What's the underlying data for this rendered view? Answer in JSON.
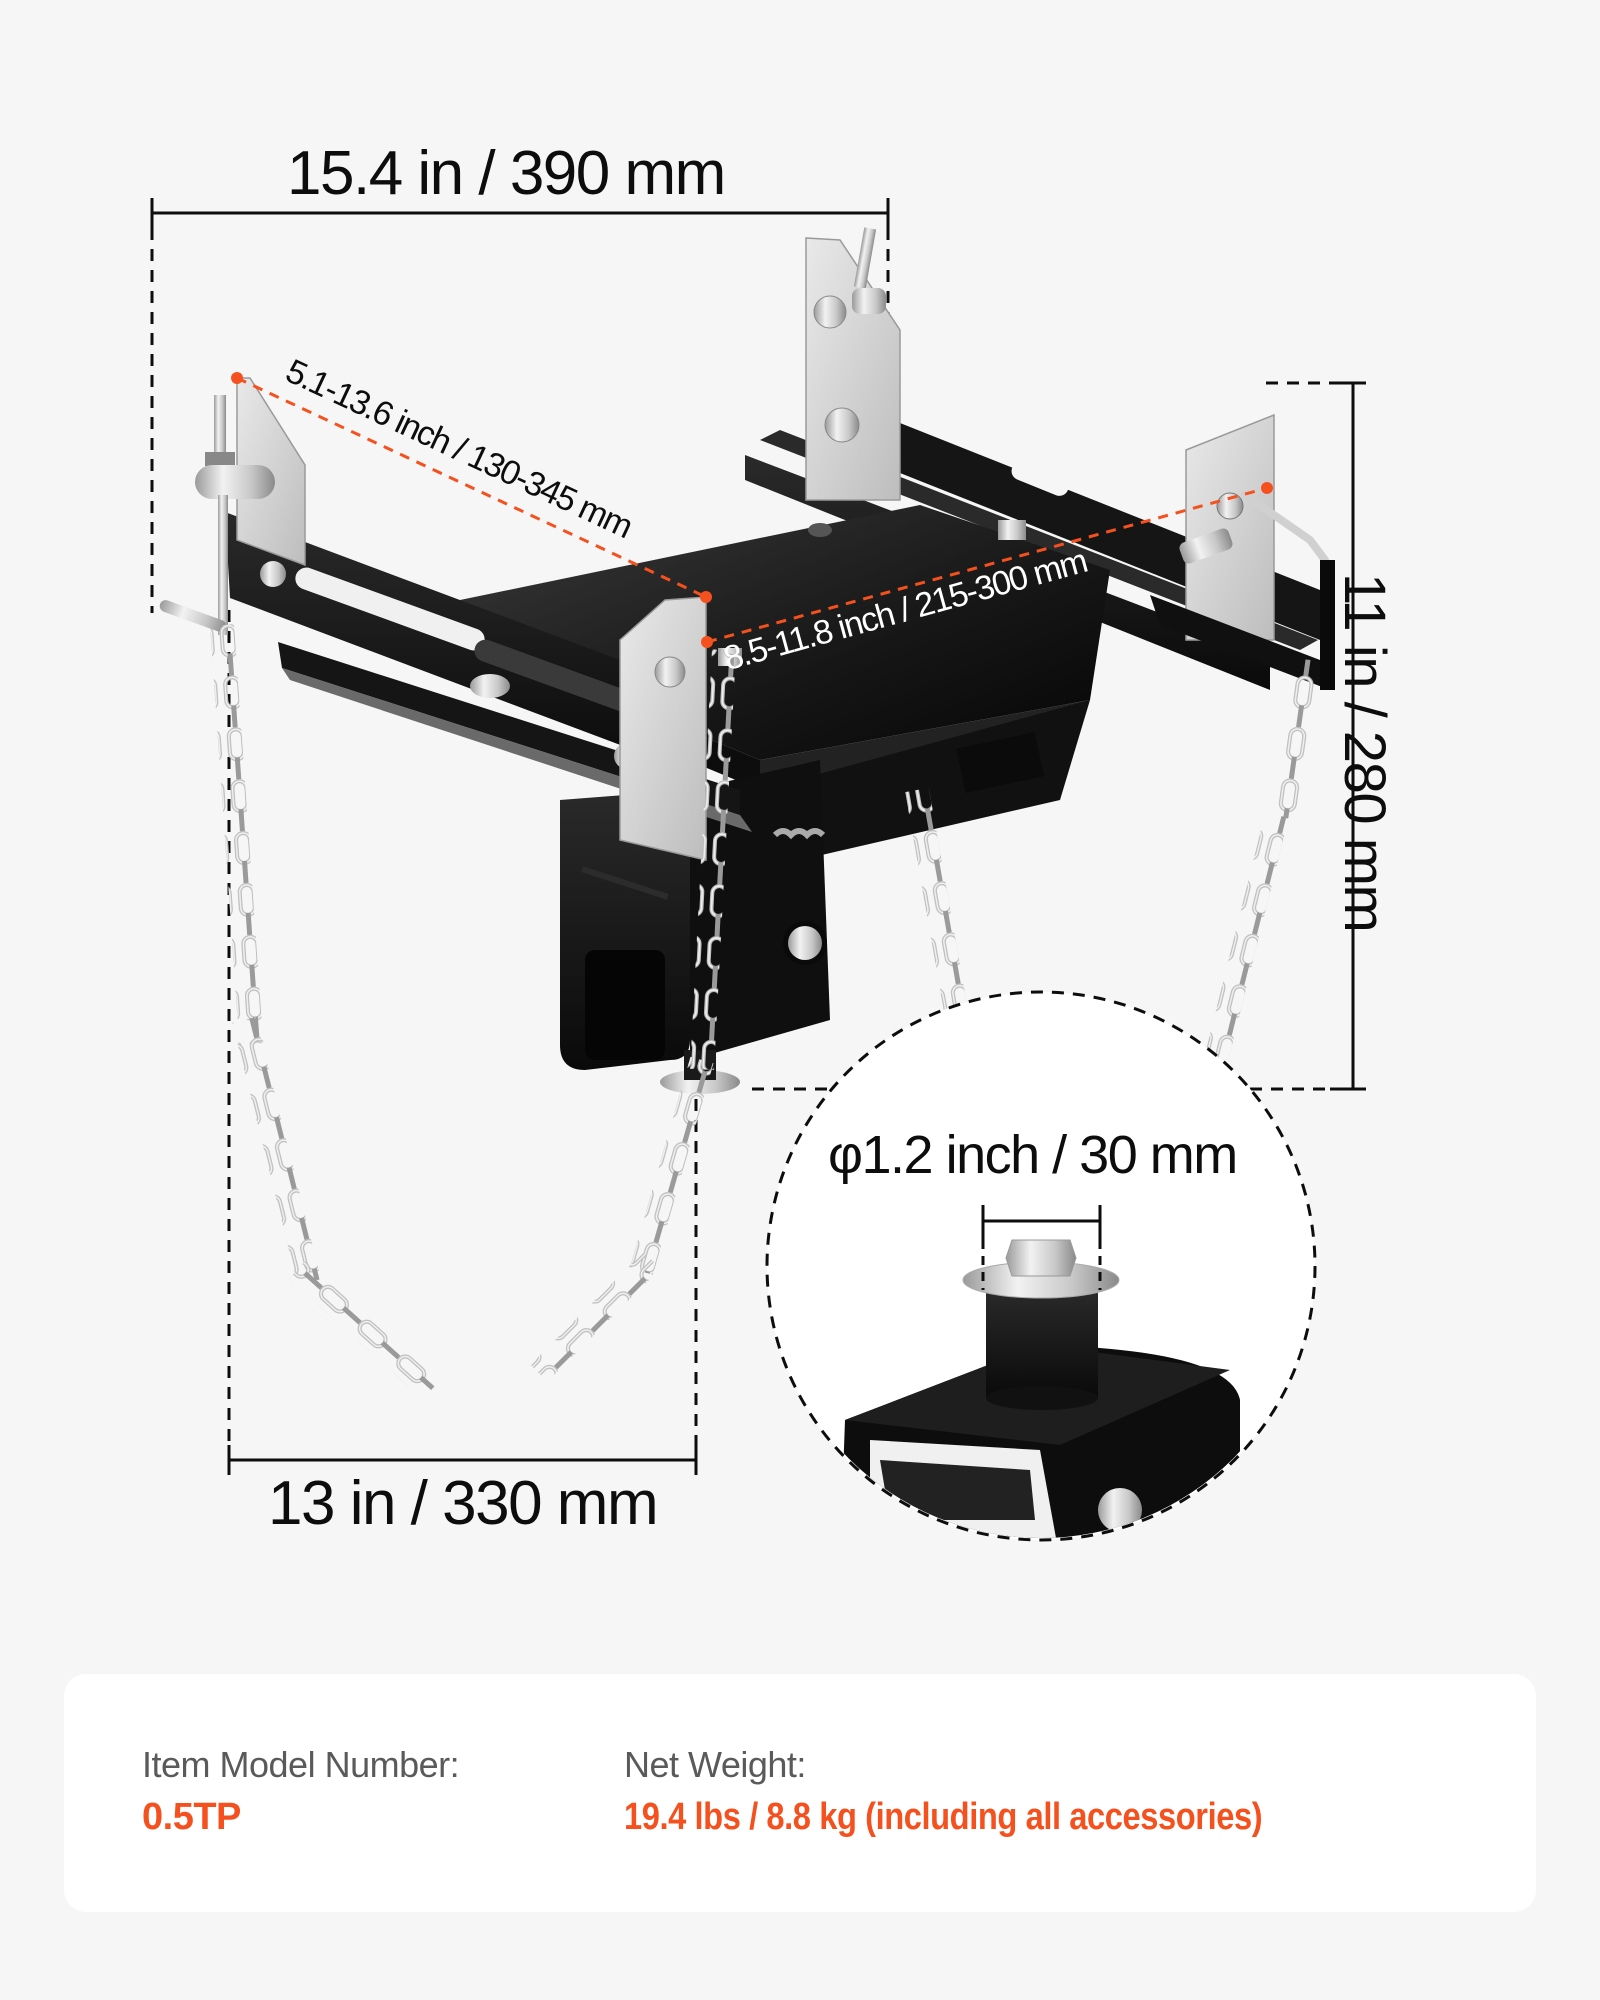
{
  "product": {
    "name": "Transmission jack adapter",
    "image_description": "Black steel transmission jack adapter with adjustable side brackets, upright clamp plates with bolts, receiver tube and four zinc-plated safety chains"
  },
  "dimensions": {
    "overall_width": "15.4 in / 390 mm",
    "overall_height": "11 in / 280 mm",
    "base_width": "13 in / 330 mm",
    "clamp_range_long": "5.1-13.6 inch / 130-345 mm",
    "clamp_range_short": "8.5-11.8 inch / 215-300 mm",
    "pin_diameter": "φ1.2 inch / 30 mm"
  },
  "specs": {
    "model_label": "Item Model Number:",
    "model_value": "0.5TP",
    "weight_label": "Net Weight:",
    "weight_value": "19.4 lbs / 8.8 kg (including all accessories)"
  },
  "colors": {
    "accent": "#F5511F",
    "background": "#F6F6F6",
    "card": "#FFFFFF",
    "label_text": "#5A5A5A",
    "dimension_text": "#0D0D0D"
  },
  "icons": {
    "detail_callout": "dashed-circle-magnifier",
    "measure_endpoint": "orange-dot"
  }
}
